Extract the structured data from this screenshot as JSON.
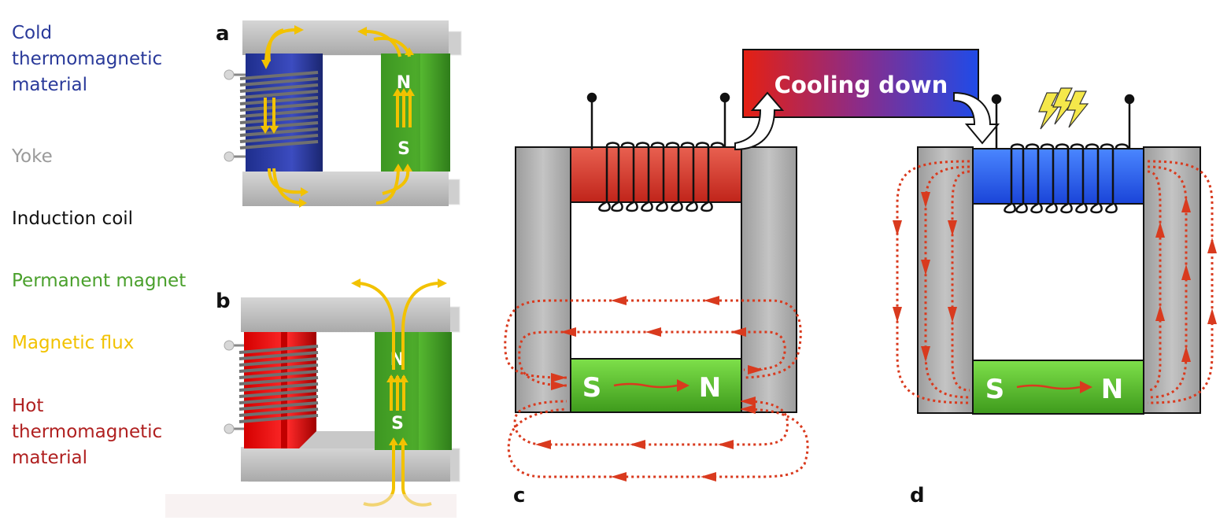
{
  "legend": {
    "cold_material": "Cold\nthermomagnetic\nmaterial",
    "yoke": "Yoke",
    "induction_coil": "Induction coil",
    "permanent_magnet": "Permanent magnet",
    "magnetic_flux": "Magnetic flux",
    "hot_material": "Hot\nthermomagnetic\nmaterial"
  },
  "colors": {
    "cold": "#2a3a9a",
    "yoke_text": "#9a9a9a",
    "magnet": "#4aa02c",
    "flux": "#f2c200",
    "hot": "#b02020",
    "flux_line": "#d93a1e"
  },
  "panels": {
    "a": "a",
    "b": "b",
    "c": "c",
    "d": "d"
  },
  "magnet": {
    "north": "N",
    "south": "S"
  },
  "banner": {
    "label": "Cooling down"
  },
  "icons": {
    "electricity": "lightning-bolts-icon",
    "arrow_in": "curved-arrow-up-icon",
    "arrow_out": "curved-arrow-down-icon"
  }
}
